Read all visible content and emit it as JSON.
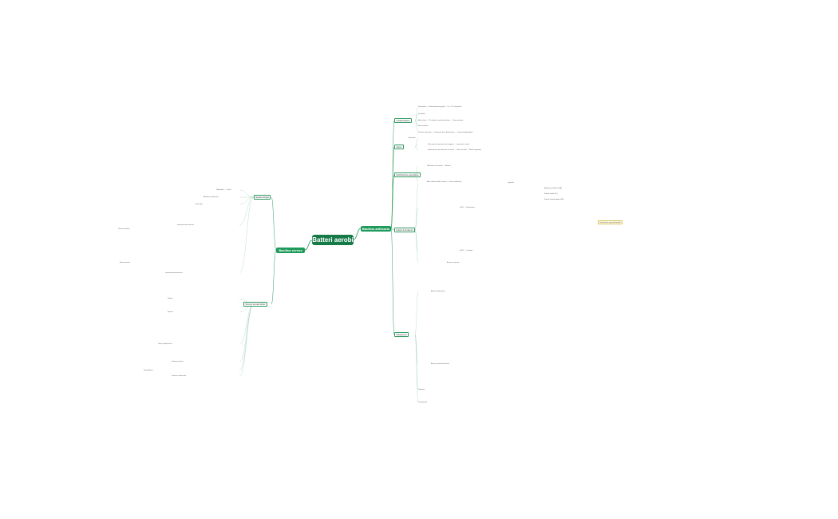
{
  "title": "Batteri aerobi",
  "branches": {
    "right": "Bacillus anthracis",
    "left": "Bacillus cereus"
  },
  "right_groups": [
    "Caratteristiche",
    "Spore",
    "Distribuzione geografica",
    "Fattori di virulenza",
    "Patogenesi"
  ],
  "left_groups": [
    "Epidemiologia",
    "Sintomi ed esiti clinici"
  ],
  "right_leaves": [
    "Dimensioni → Relativamente grandi → 1,0 - 1,5 micrometri",
    "Immobile",
    "Alla coltura → È catalasi e ossidasi positivo → Gram-positivo",
    "Non emolitico",
    "Proteine capsulari → Composte da D-glutammico → Capsula polipeptidica",
    "Aerobiosi",
    "Si formano in presenza di ossigeno → resistenti in suolo",
    "Sopravvivono per decenni nel suolo → Sono assunte → Bacilli vegetativi",
    "Diffusione nel mondo → Erbivori",
    "Africa, Asia, Medio Oriente → Zone endemiche",
    "Capsula",
    "Antigene protettivo (PA)",
    "Fattore letale (LF)",
    "Fattore edematogeno (EF)",
    "pXO1 → Esotossine",
    "pXO2 → Capsula",
    "Antrace cutaneo",
    "Antrace polmonare",
    "Antrace gastrointestinale",
    "Diagnosi",
    "Trattamento"
  ],
  "left_leaves": [
    "Ubiquitario → Suolo",
    "Alimenti contaminati",
    "Riso fritto",
    "Intossicazione emetica",
    "Intossicazione diarroica",
    "Tossina emetica",
    "Enterotossina",
    "Vomito",
    "Diarrea",
    "Dolore addominale",
    "Infezioni oculari",
    "Panoftalmite",
    "Infezioni sistemiche"
  ],
  "annotation": "Infezione da spore del bacillo"
}
